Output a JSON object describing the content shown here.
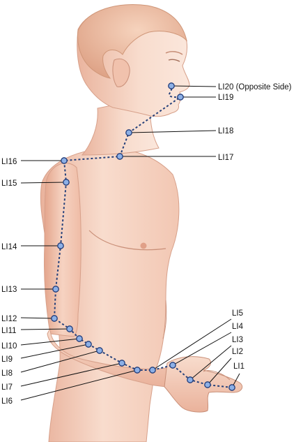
{
  "colors": {
    "skin_light": "#fbe7dc",
    "skin_mid": "#f4cdbb",
    "skin_shadow": "#e7ab93",
    "skin_outline": "#c98f78",
    "hair": "#efc3a7",
    "hair_shadow": "#d99d80",
    "meridian_line": "#25407a",
    "point_fill": "#8db0e6",
    "point_stroke": "#1f3a78",
    "leader_line": "#111111"
  },
  "points": [
    {
      "id": "li1",
      "label": "LI1"
    },
    {
      "id": "li2",
      "label": "LI2"
    },
    {
      "id": "li3",
      "label": "LI3"
    },
    {
      "id": "li4",
      "label": "LI4"
    },
    {
      "id": "li5",
      "label": "LI5"
    },
    {
      "id": "li6",
      "label": "LI6"
    },
    {
      "id": "li7",
      "label": "LI7"
    },
    {
      "id": "li8",
      "label": "LI8"
    },
    {
      "id": "li9",
      "label": "LI9"
    },
    {
      "id": "li10",
      "label": "LI10"
    },
    {
      "id": "li11",
      "label": "LI11"
    },
    {
      "id": "li12",
      "label": "LI12"
    },
    {
      "id": "li13",
      "label": "LI13"
    },
    {
      "id": "li14",
      "label": "LI14"
    },
    {
      "id": "li15",
      "label": "LI15"
    },
    {
      "id": "li16",
      "label": "LI16"
    },
    {
      "id": "li17",
      "label": "LI17"
    },
    {
      "id": "li18",
      "label": "LI18"
    },
    {
      "id": "li19",
      "label": "LI19"
    },
    {
      "id": "li20",
      "label": "LI20 (Opposite Side)"
    }
  ]
}
